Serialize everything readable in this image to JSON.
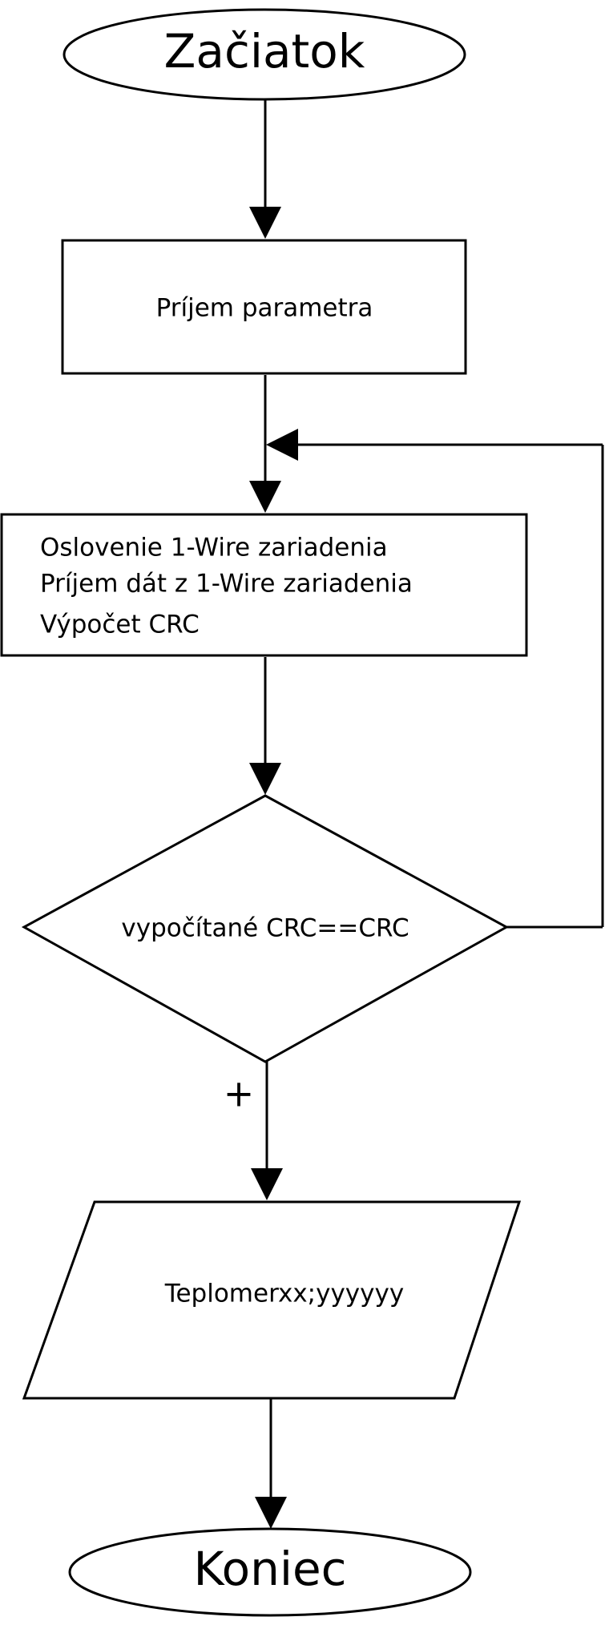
{
  "flowchart": {
    "start": {
      "label": "Začiatok"
    },
    "receive_parameter": {
      "label": "Príjem parametra"
    },
    "process": {
      "lines": [
        "Oslovenie 1-Wire zariadenia",
        "Príjem dát z 1-Wire zariadenia",
        "Výpočet CRC"
      ]
    },
    "decision": {
      "label": "vypočítané CRC==CRC"
    },
    "yes_branch": {
      "label": "+"
    },
    "output": {
      "label": "Teplomerxx;yyyyyy"
    },
    "end": {
      "label": "Koniec"
    }
  }
}
